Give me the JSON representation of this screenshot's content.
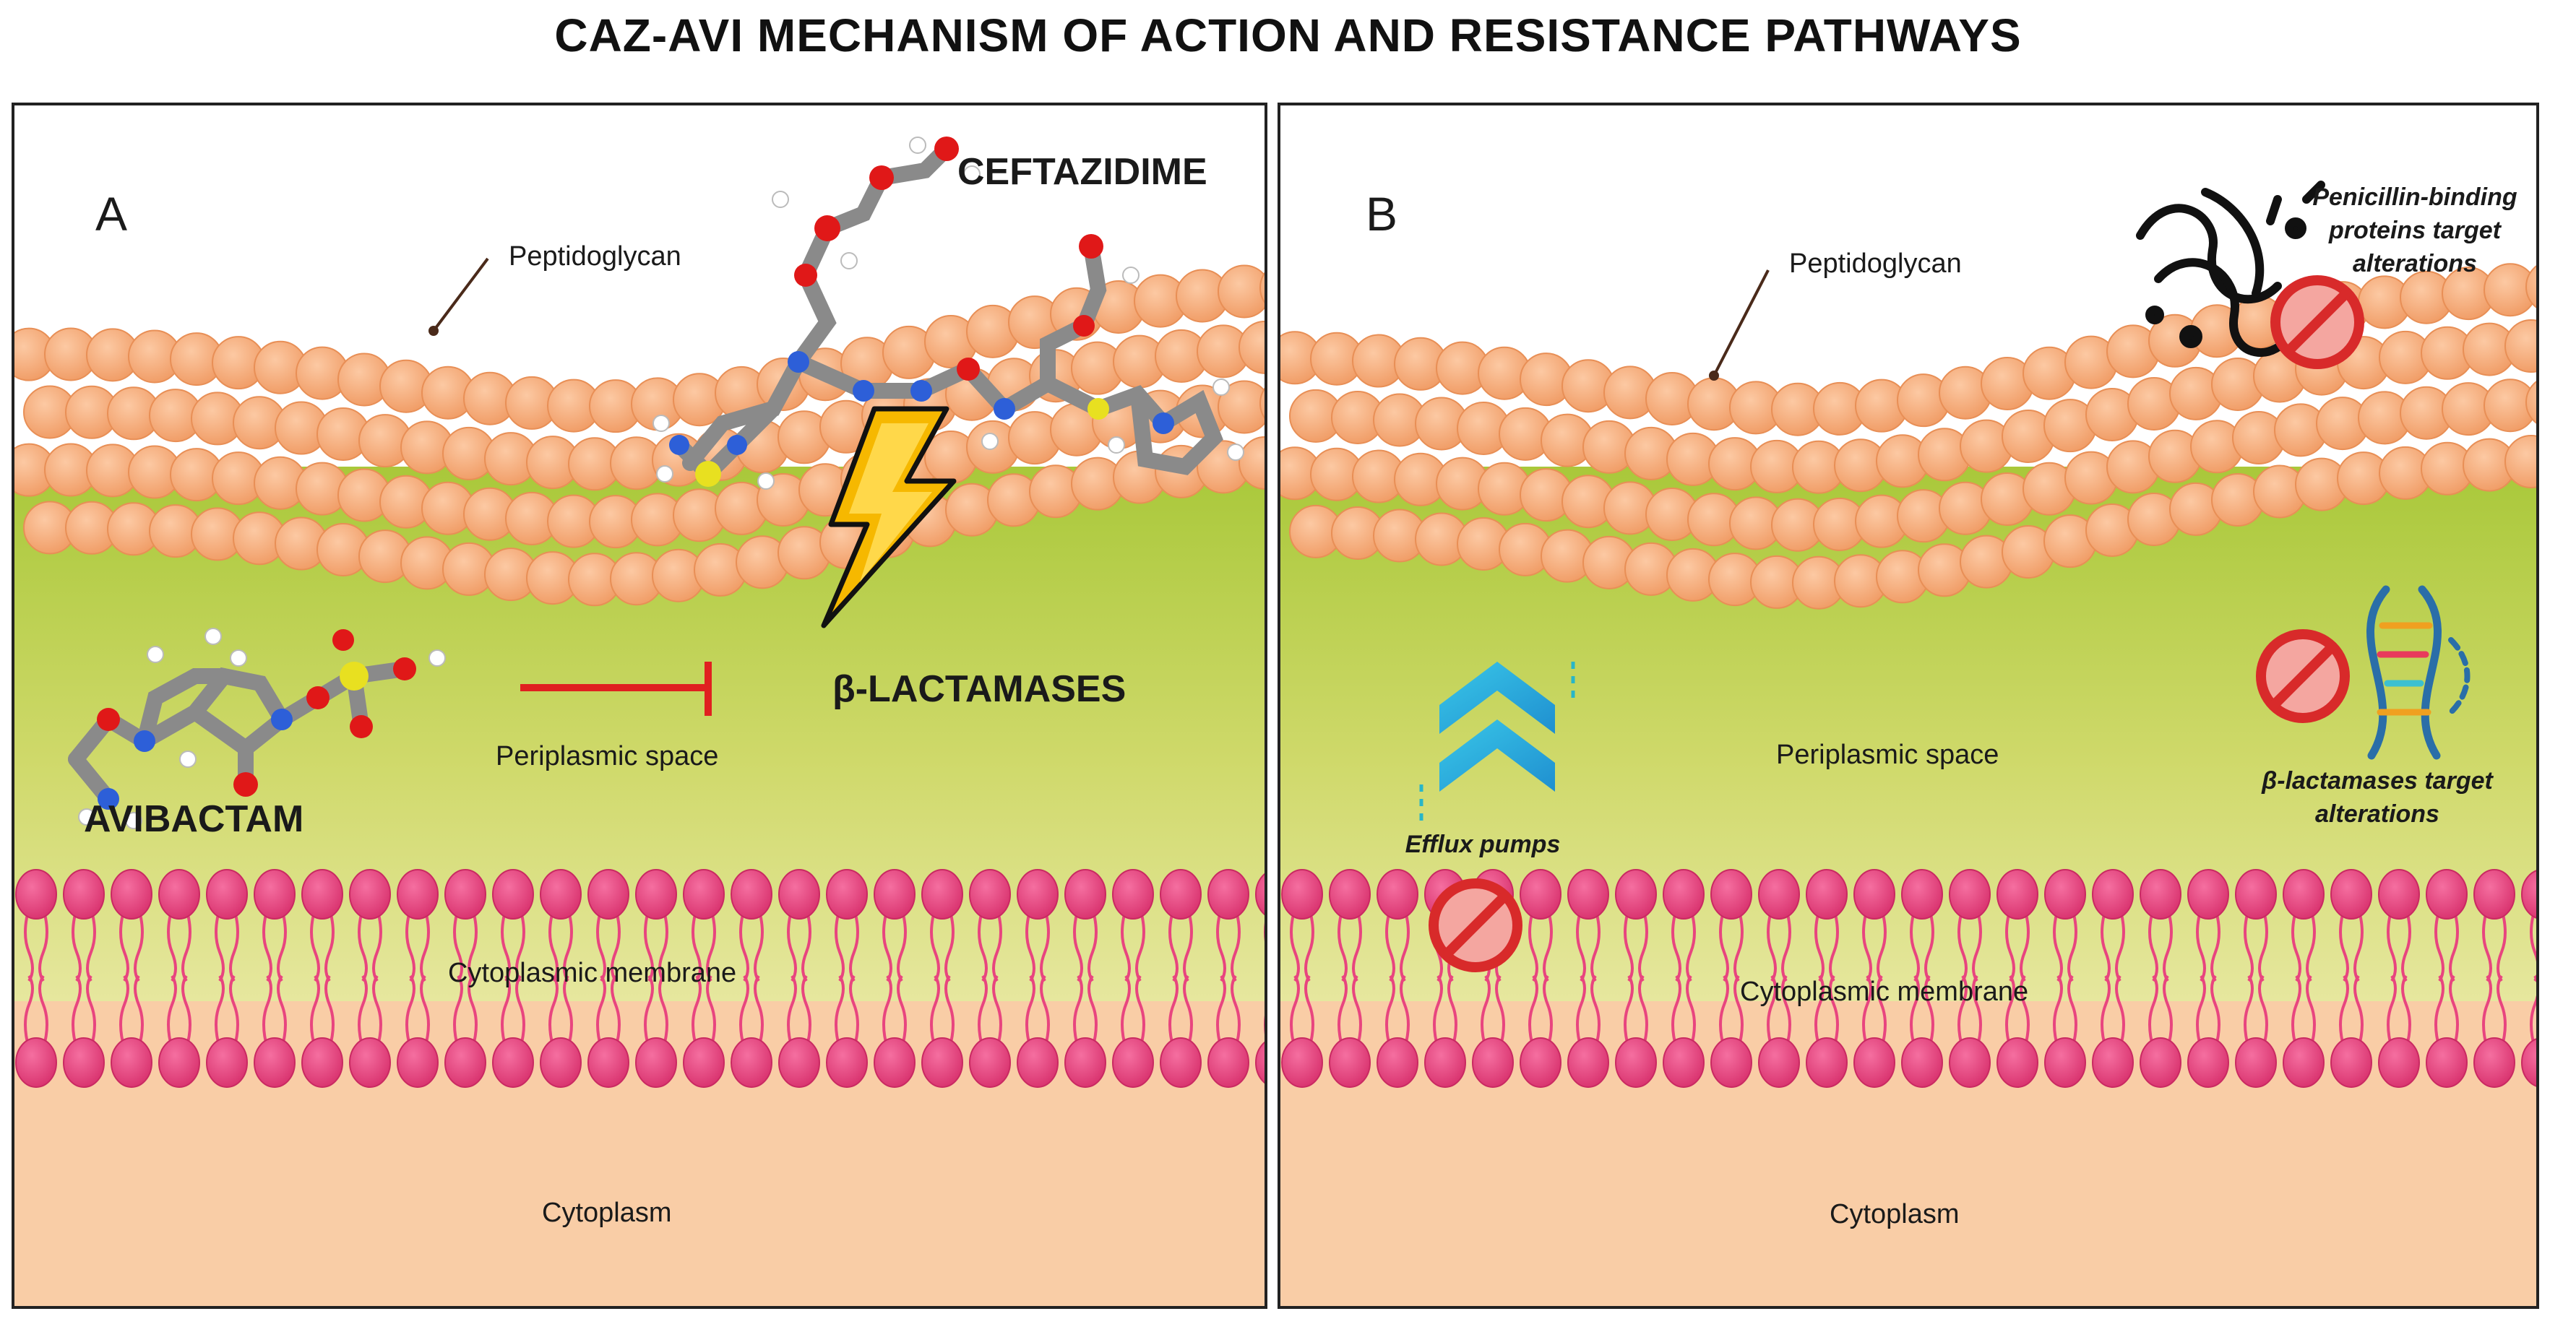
{
  "title": "CAZ-AVI MECHANISM OF ACTION AND RESISTANCE PATHWAYS",
  "panel_a": {
    "letter": "A",
    "peptidoglycan": "Peptidoglycan",
    "ceftazidime": "CEFTAZIDIME",
    "avibactam": "AVIBACTAM",
    "beta_lactamases": "β-LACTAMASES",
    "periplasmic_space": "Periplasmic space",
    "cytoplasmic_membrane": "Cytoplasmic membrane",
    "cytoplasm": "Cytoplasm"
  },
  "panel_b": {
    "letter": "B",
    "peptidoglycan": "Peptidoglycan",
    "pbp_line1": "Penicillin-binding",
    "pbp_line2": "proteins target",
    "pbp_line3": "alterations",
    "bl_line1": "β-lactamases target",
    "bl_line2": "alterations",
    "efflux": "Efflux pumps",
    "periplasmic_space": "Periplasmic space",
    "cytoplasmic_membrane": "Cytoplasmic membrane",
    "cytoplasm": "Cytoplasm"
  },
  "icons": {
    "lightning": "lightning-icon",
    "inhibition": "inhibition-arrow-icon",
    "prohibited": "prohibited-icon",
    "dna": "dna-icon",
    "efflux": "efflux-arrows-icon",
    "bacteria": "bacteria-icon"
  },
  "colors": {
    "peptidoglycan": "#f6a878",
    "periplasm_top": "#a9c83a",
    "periplasm_bottom": "#e6e79e",
    "membrane_heads": "#e8457f",
    "cytoplasm": "#f9cda6",
    "inhibitor": "#e02020",
    "prohibited": "#d82a2a"
  }
}
